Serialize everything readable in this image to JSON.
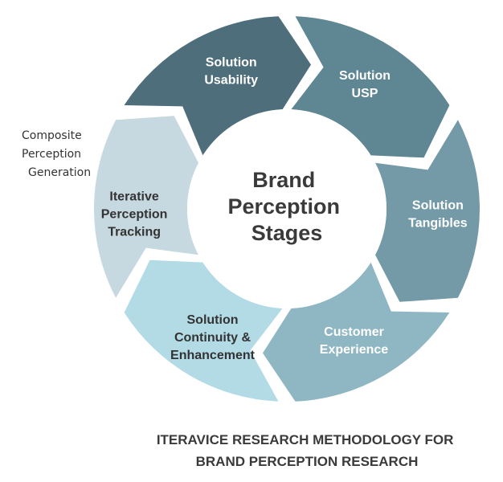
{
  "diagram": {
    "center": {
      "lines": [
        "Brand",
        "Perception",
        "Stages"
      ]
    },
    "segments": [
      {
        "id": "solution-usability",
        "lines": [
          "Solution",
          "Usability"
        ],
        "color": "#4d6e7a",
        "text_color": "#ffffff"
      },
      {
        "id": "solution-usp",
        "lines": [
          "Solution",
          "USP"
        ],
        "color": "#5f8793",
        "text_color": "#ffffff"
      },
      {
        "id": "solution-tangibles",
        "lines": [
          "Solution",
          "Tangibles"
        ],
        "color": "#739aa6",
        "text_color": "#ffffff"
      },
      {
        "id": "customer-experience",
        "lines": [
          "Customer",
          "Experience"
        ],
        "color": "#8fb6c3",
        "text_color": "#ffffff"
      },
      {
        "id": "solution-continuity-enhancement",
        "lines": [
          "Solution",
          "Continuity &",
          "Enhancement"
        ],
        "color": "#b2dbe6",
        "text_color": "#333333"
      },
      {
        "id": "iterative-perception-tracking",
        "lines": [
          "Iterative",
          "Perception",
          "Tracking"
        ],
        "color": "#c6d8e0",
        "text_color": "#333333"
      }
    ],
    "side_note": {
      "lines": [
        "Composite",
        "Perception",
        "Generation"
      ]
    }
  },
  "caption": {
    "lines": [
      "ITERAVICE RESEARCH METHODOLOGY FOR",
      "BRAND PERCEPTION RESEARCH"
    ]
  }
}
